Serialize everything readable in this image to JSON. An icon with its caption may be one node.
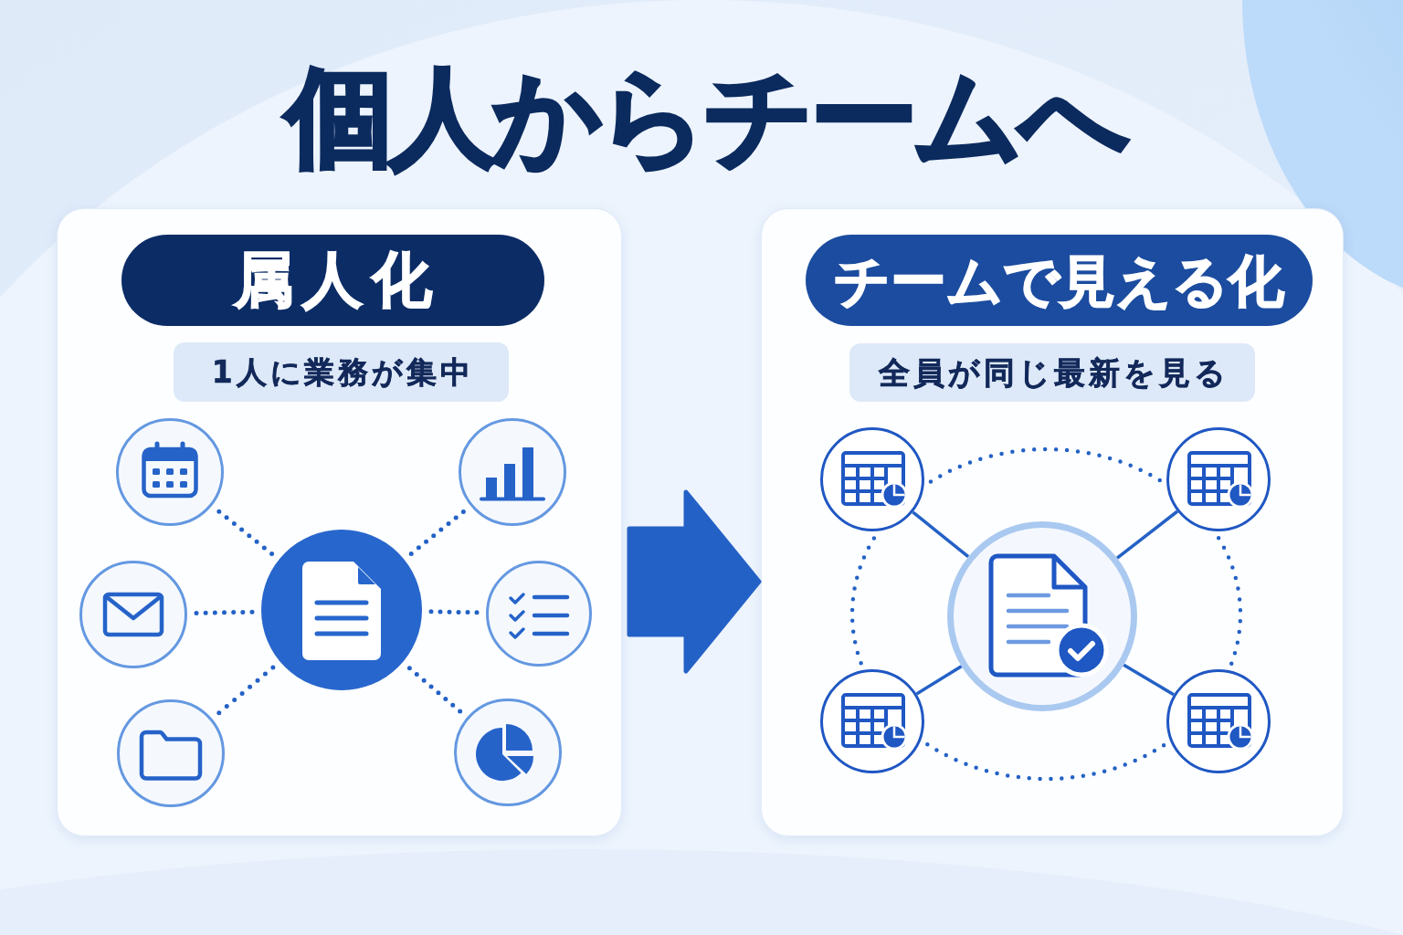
{
  "diagram": {
    "title": "個人からチームへ",
    "nodes": [
      {
        "text": [],
        "shape": "box"
      },
      {
        "text": [
          "属人化"
        ],
        "in": 0
      },
      {
        "text": [
          "1人に業務が集中"
        ],
        "in": 0
      },
      {
        "text": [],
        "shape": "circle",
        "in": 0
      },
      {
        "text": [],
        "shape": "circle",
        "in": 0
      },
      {
        "text": [],
        "shape": "circle",
        "in": 0
      },
      {
        "text": [],
        "shape": "circle",
        "in": 0
      },
      {
        "text": [],
        "shape": "circle",
        "in": 0
      },
      {
        "text": [],
        "shape": "circle",
        "in": 0
      },
      {
        "text": [],
        "shape": "circle",
        "in": 0
      },
      {
        "text": [],
        "shape": "box"
      },
      {
        "text": [
          "チームで見える化"
        ],
        "in": 10
      },
      {
        "text": [
          "全員が同じ最新を見る"
        ],
        "in": 10
      },
      {
        "text": [],
        "shape": "circle",
        "in": 10
      },
      {
        "text": [],
        "shape": "circle",
        "in": 10
      },
      {
        "text": [],
        "shape": "circle",
        "in": 10
      },
      {
        "text": [],
        "shape": "circle",
        "in": 10
      },
      {
        "text": [],
        "shape": "circle",
        "in": 10
      }
    ],
    "edges": [
      {
        "from": 0,
        "to": 10,
        "arrow": "to",
        "style": "thick"
      },
      {
        "from": 6,
        "to": 3,
        "arrow": "none",
        "style": "dashed"
      },
      {
        "from": 6,
        "to": 4,
        "arrow": "none",
        "style": "dashed"
      },
      {
        "from": 6,
        "to": 5,
        "arrow": "none",
        "style": "dashed"
      },
      {
        "from": 6,
        "to": 7,
        "arrow": "none",
        "style": "dashed"
      },
      {
        "from": 6,
        "to": 8,
        "arrow": "none",
        "style": "dashed"
      },
      {
        "from": 6,
        "to": 9,
        "arrow": "none",
        "style": "dashed"
      },
      {
        "from": 15,
        "to": 13,
        "arrow": "none"
      },
      {
        "from": 15,
        "to": 14,
        "arrow": "none"
      },
      {
        "from": 15,
        "to": 16,
        "arrow": "none"
      },
      {
        "from": 15,
        "to": 17,
        "arrow": "none"
      },
      {
        "from": 13,
        "to": 14,
        "arrow": "none",
        "style": "dashed"
      },
      {
        "from": 14,
        "to": 17,
        "arrow": "none",
        "style": "dashed"
      },
      {
        "from": 16,
        "to": 17,
        "arrow": "none",
        "style": "dashed"
      },
      {
        "from": 13,
        "to": 16,
        "arrow": "none",
        "style": "dashed"
      }
    ]
  }
}
